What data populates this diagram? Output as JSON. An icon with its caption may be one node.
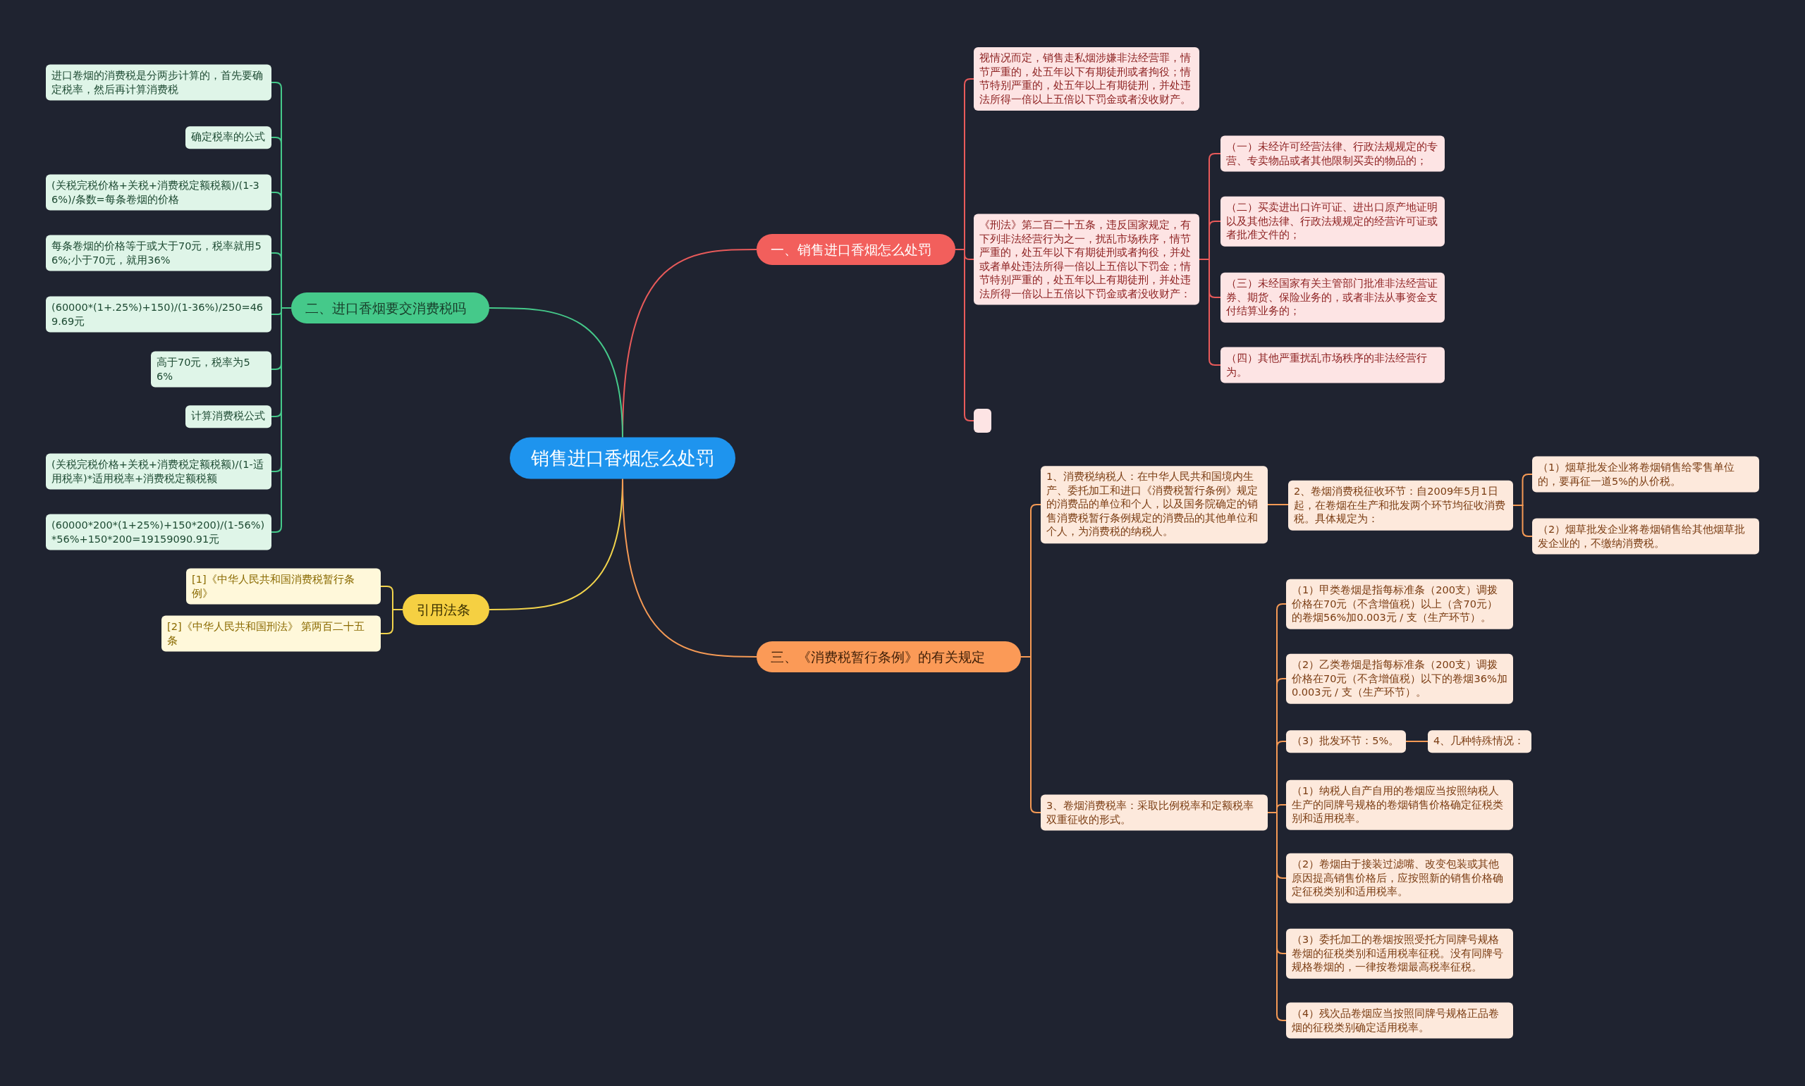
{
  "diagram": {
    "nodes": [
      {
        "text": [
          "销售进口香烟怎么处罚"
        ]
      },
      {
        "text": [
          "一、销售进口香烟怎么处罚"
        ]
      },
      {
        "text": [
          "视情况而定，销售走私烟涉嫌非法经营罪，情节严重的，处五年以下有期徒刑或者拘役；情节特别严重的，处五年以上有期徒刑，并处违法所得一倍以上五倍以下罚金或者没收财产。"
        ]
      },
      {
        "text": [
          "《刑法》第二百二十五条，违反国家规定，有下列非法经营行为之一，扰乱市场秩序，情节严重的，处五年以下有期徒刑或者拘役，并处或者单处违法所得一倍以上五倍以下罚金；情节特别严重的，处五年以上有期徒刑，并处违法所得一倍以上五倍以下罚金或者没收财产："
        ]
      },
      {
        "text": [
          "（一）未经许可经营法律、行政法规规定的专营、专卖物品或者其他限制买卖的物品的；"
        ]
      },
      {
        "text": [
          "（二）买卖进出口许可证、进出口原产地证明以及其他法律、行政法规规定的经营许可证或者批准文件的；"
        ]
      },
      {
        "text": [
          "（三）未经国家有关主管部门批准非法经营证券、期货、保险业务的，或者非法从事资金支付结算业务的；"
        ]
      },
      {
        "text": [
          "（四）其他严重扰乱市场秩序的非法经营行为。"
        ]
      },
      {
        "text": [],
        "shape": "box"
      },
      {
        "text": [
          "二、进口香烟要交消费税吗"
        ]
      },
      {
        "text": [
          "进口卷烟的消费税是分两步计算的，首先要确定税率，然后再计算消费税"
        ]
      },
      {
        "text": [
          "确定税率的公式"
        ]
      },
      {
        "text": [
          "(关税完税价格+关税+消费税定额税额)/(1-36%)/条数=每条卷烟的价格"
        ]
      },
      {
        "text": [
          "每条卷烟的价格等于或大于70元，税率就用56%;小于70元，就用36%"
        ]
      },
      {
        "text": [
          "(60000*(1+.25%)+150)/(1-36%)/250=469.69元"
        ]
      },
      {
        "text": [
          "高于70元，税率为56%"
        ]
      },
      {
        "text": [
          "计算消费税公式"
        ]
      },
      {
        "text": [
          "(关税完税价格+关税+消费税定额税额)/(1-适用税率)*适用税率+消费税定额税额"
        ]
      },
      {
        "text": [
          "(60000*200*(1+25%)+150*200)/(1-56%)*56%+150*200=19159090.91元"
        ]
      },
      {
        "text": [
          "引用法条"
        ]
      },
      {
        "text": [
          "[1]《中华人民共和国消费税暂行条例》"
        ]
      },
      {
        "text": [
          "[2]《中华人民共和国刑法》 第两百二十五条"
        ]
      },
      {
        "text": [
          "三、《消费税暂行条例》的有关规定"
        ]
      },
      {
        "text": [
          "1、消费税纳税人：在中华人民共和国境内生产、委托加工和进口《消费税暂行条例》规定的消费品的单位和个人，以及国务院确定的销售消费税暂行条例规定的消费品的其他单位和个人，为消费税的纳税人。"
        ]
      },
      {
        "text": [
          "2、卷烟消费税征收环节：自2009年5月1日起，在卷烟在生产和批发两个环节均征收消费税。具体规定为："
        ]
      },
      {
        "text": [
          "（1）烟草批发企业将卷烟销售给零售单位的，要再征一道5%的从价税。"
        ]
      },
      {
        "text": [
          "（2）烟草批发企业将卷烟销售给其他烟草批发企业的，不缴纳消费税。"
        ]
      },
      {
        "text": [
          "3、卷烟消费税率：采取比例税率和定额税率双重征收的形式。"
        ]
      },
      {
        "text": [
          "（1）甲类卷烟是指每标准条（200支）调拨价格在70元（不含增值税）以上（含70元）的卷烟56%加0.003元 / 支（生产环节）。"
        ]
      },
      {
        "text": [
          "（2）乙类卷烟是指每标准条（200支）调拨价格在70元（不含增值税）以下的卷烟36%加0.003元 / 支（生产环节）。"
        ]
      },
      {
        "text": [
          "（3）批发环节：5%。"
        ]
      },
      {
        "text": [
          "4、几种特殊情况："
        ]
      },
      {
        "text": [
          "（1）纳税人自产自用的卷烟应当按照纳税人生产的同牌号规格的卷烟销售价格确定征税类别和适用税率。"
        ]
      },
      {
        "text": [
          "（2）卷烟由于接装过滤嘴、改变包装或其他原因提高销售价格后，应按照新的销售价格确定征税类别和适用税率。"
        ]
      },
      {
        "text": [
          "（3）委托加工的卷烟按照受托方同牌号规格卷烟的征税类别和适用税率征税。没有同牌号规格卷烟的，一律按卷烟最高税率征税。"
        ]
      },
      {
        "text": [
          "（4）残次品卷烟应当按照同牌号规格正品卷烟的征税类别确定适用税率。"
        ]
      }
    ],
    "edges": [
      {
        "from": 0,
        "to": 1,
        "arrow": "none",
        "color": "#e85a5a"
      },
      {
        "from": 1,
        "to": 2,
        "arrow": "none",
        "color": "#e85a5a"
      },
      {
        "from": 1,
        "to": 3,
        "arrow": "none",
        "color": "#e85a5a"
      },
      {
        "from": 3,
        "to": 4,
        "arrow": "none",
        "color": "#e85a5a"
      },
      {
        "from": 3,
        "to": 5,
        "arrow": "none",
        "color": "#e85a5a"
      },
      {
        "from": 3,
        "to": 6,
        "arrow": "none",
        "color": "#e85a5a"
      },
      {
        "from": 3,
        "to": 7,
        "arrow": "none",
        "color": "#e85a5a"
      },
      {
        "from": 1,
        "to": 8,
        "arrow": "none",
        "color": "#e85a5a"
      },
      {
        "from": 0,
        "to": 9,
        "arrow": "none",
        "color": "#45c98a"
      },
      {
        "from": 9,
        "to": 10,
        "arrow": "none",
        "color": "#45c98a"
      },
      {
        "from": 9,
        "to": 11,
        "arrow": "none",
        "color": "#45c98a"
      },
      {
        "from": 9,
        "to": 12,
        "arrow": "none",
        "color": "#45c98a"
      },
      {
        "from": 9,
        "to": 13,
        "arrow": "none",
        "color": "#45c98a"
      },
      {
        "from": 9,
        "to": 14,
        "arrow": "none",
        "color": "#45c98a"
      },
      {
        "from": 9,
        "to": 15,
        "arrow": "none",
        "color": "#45c98a"
      },
      {
        "from": 9,
        "to": 16,
        "arrow": "none",
        "color": "#45c98a"
      },
      {
        "from": 9,
        "to": 17,
        "arrow": "none",
        "color": "#45c98a"
      },
      {
        "from": 9,
        "to": 18,
        "arrow": "none",
        "color": "#45c98a"
      },
      {
        "from": 0,
        "to": 19,
        "arrow": "none",
        "color": "#f2d44c"
      },
      {
        "from": 19,
        "to": 20,
        "arrow": "none",
        "color": "#f2d44c"
      },
      {
        "from": 19,
        "to": 21,
        "arrow": "none",
        "color": "#f2d44c"
      },
      {
        "from": 0,
        "to": 22,
        "arrow": "none",
        "color": "#f59a55"
      },
      {
        "from": 22,
        "to": 23,
        "arrow": "none",
        "color": "#f59a55"
      },
      {
        "from": 23,
        "to": 24,
        "arrow": "none",
        "color": "#f59a55"
      },
      {
        "from": 24,
        "to": 25,
        "arrow": "none",
        "color": "#f59a55"
      },
      {
        "from": 24,
        "to": 26,
        "arrow": "none",
        "color": "#f59a55"
      },
      {
        "from": 22,
        "to": 27,
        "arrow": "none",
        "color": "#f59a55"
      },
      {
        "from": 27,
        "to": 28,
        "arrow": "none",
        "color": "#f59a55"
      },
      {
        "from": 27,
        "to": 29,
        "arrow": "none",
        "color": "#f59a55"
      },
      {
        "from": 27,
        "to": 30,
        "arrow": "none",
        "color": "#f59a55"
      },
      {
        "from": 30,
        "to": 31,
        "arrow": "none",
        "color": "#f59a55"
      },
      {
        "from": 27,
        "to": 32,
        "arrow": "none",
        "color": "#f59a55"
      },
      {
        "from": 27,
        "to": 33,
        "arrow": "none",
        "color": "#f59a55"
      },
      {
        "from": 27,
        "to": 34,
        "arrow": "none",
        "color": "#f59a55"
      },
      {
        "from": 27,
        "to": 35,
        "arrow": "none",
        "color": "#f59a55"
      }
    ]
  }
}
